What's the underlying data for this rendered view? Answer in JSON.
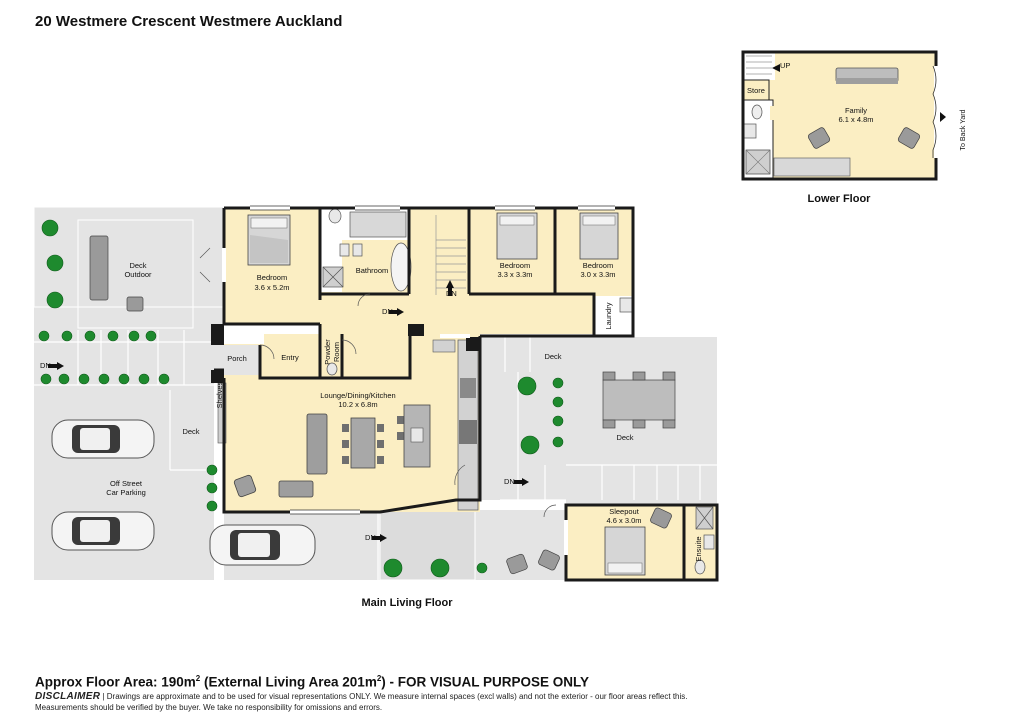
{
  "header": {
    "address": "20 Westmere Crescent Westmere Auckland"
  },
  "floors": {
    "lower": {
      "label": "Lower Floor"
    },
    "main": {
      "label": "Main Living Floor"
    }
  },
  "rooms": {
    "family": {
      "name": "Family",
      "size": "6.1 x 4.8m"
    },
    "store": {
      "name": "Store"
    },
    "bedroom_main": {
      "name": "Bedroom",
      "size": "3.6 x 5.2m"
    },
    "bathroom": {
      "name": "Bathroom"
    },
    "bedroom_2": {
      "name": "Bedroom",
      "size": "3.3 x 3.3m"
    },
    "bedroom_3": {
      "name": "Bedroom",
      "size": "3.0 x 3.3m"
    },
    "laundry": {
      "name": "Laundry"
    },
    "porch": {
      "name": "Porch"
    },
    "entry": {
      "name": "Entry"
    },
    "powder_room": {
      "name1": "Powder",
      "name2": "Room"
    },
    "lounge": {
      "name": "Lounge/Dining/Kitchen",
      "size": "10.2 x 6.8m"
    },
    "shelves": {
      "name": "Shelves"
    },
    "sleepout": {
      "name": "Sleepout",
      "size": "4.6 x 3.0m"
    },
    "ensuite": {
      "name": "Ensuite"
    }
  },
  "outdoor": {
    "deck_outdoor_1": "Deck",
    "deck_outdoor_2": "Outdoor",
    "deck_left": "Deck",
    "deck_top": "Deck",
    "deck_right": "Deck",
    "parking_1": "Off Street",
    "parking_2": "Car Parking",
    "to_back_yard": "To Back Yard"
  },
  "markers": {
    "up": "UP",
    "down": "DN"
  },
  "footer": {
    "area_main": "Approx Floor Area: 190m",
    "area_sup1": "2",
    "area_mid": " (External Living Area 201m",
    "area_sup2": "2",
    "area_end": ") - FOR VISUAL PURPOSE ONLY",
    "disclaimer_title": "DISCLAIMER",
    "disclaimer_line1": " | Drawings are approximate and to be used for visual representations ONLY. We measure internal spaces (excl walls) and not the exterior - our floor areas reflect this.",
    "disclaimer_line2": "Measurements should be verified by the buyer. We take no responsibility for omissions and errors."
  },
  "colors": {
    "room": "#fbeec3",
    "outdoor": "#e4e4e4",
    "wall": "#1a1a1a",
    "plant": "#1e8a2e"
  }
}
